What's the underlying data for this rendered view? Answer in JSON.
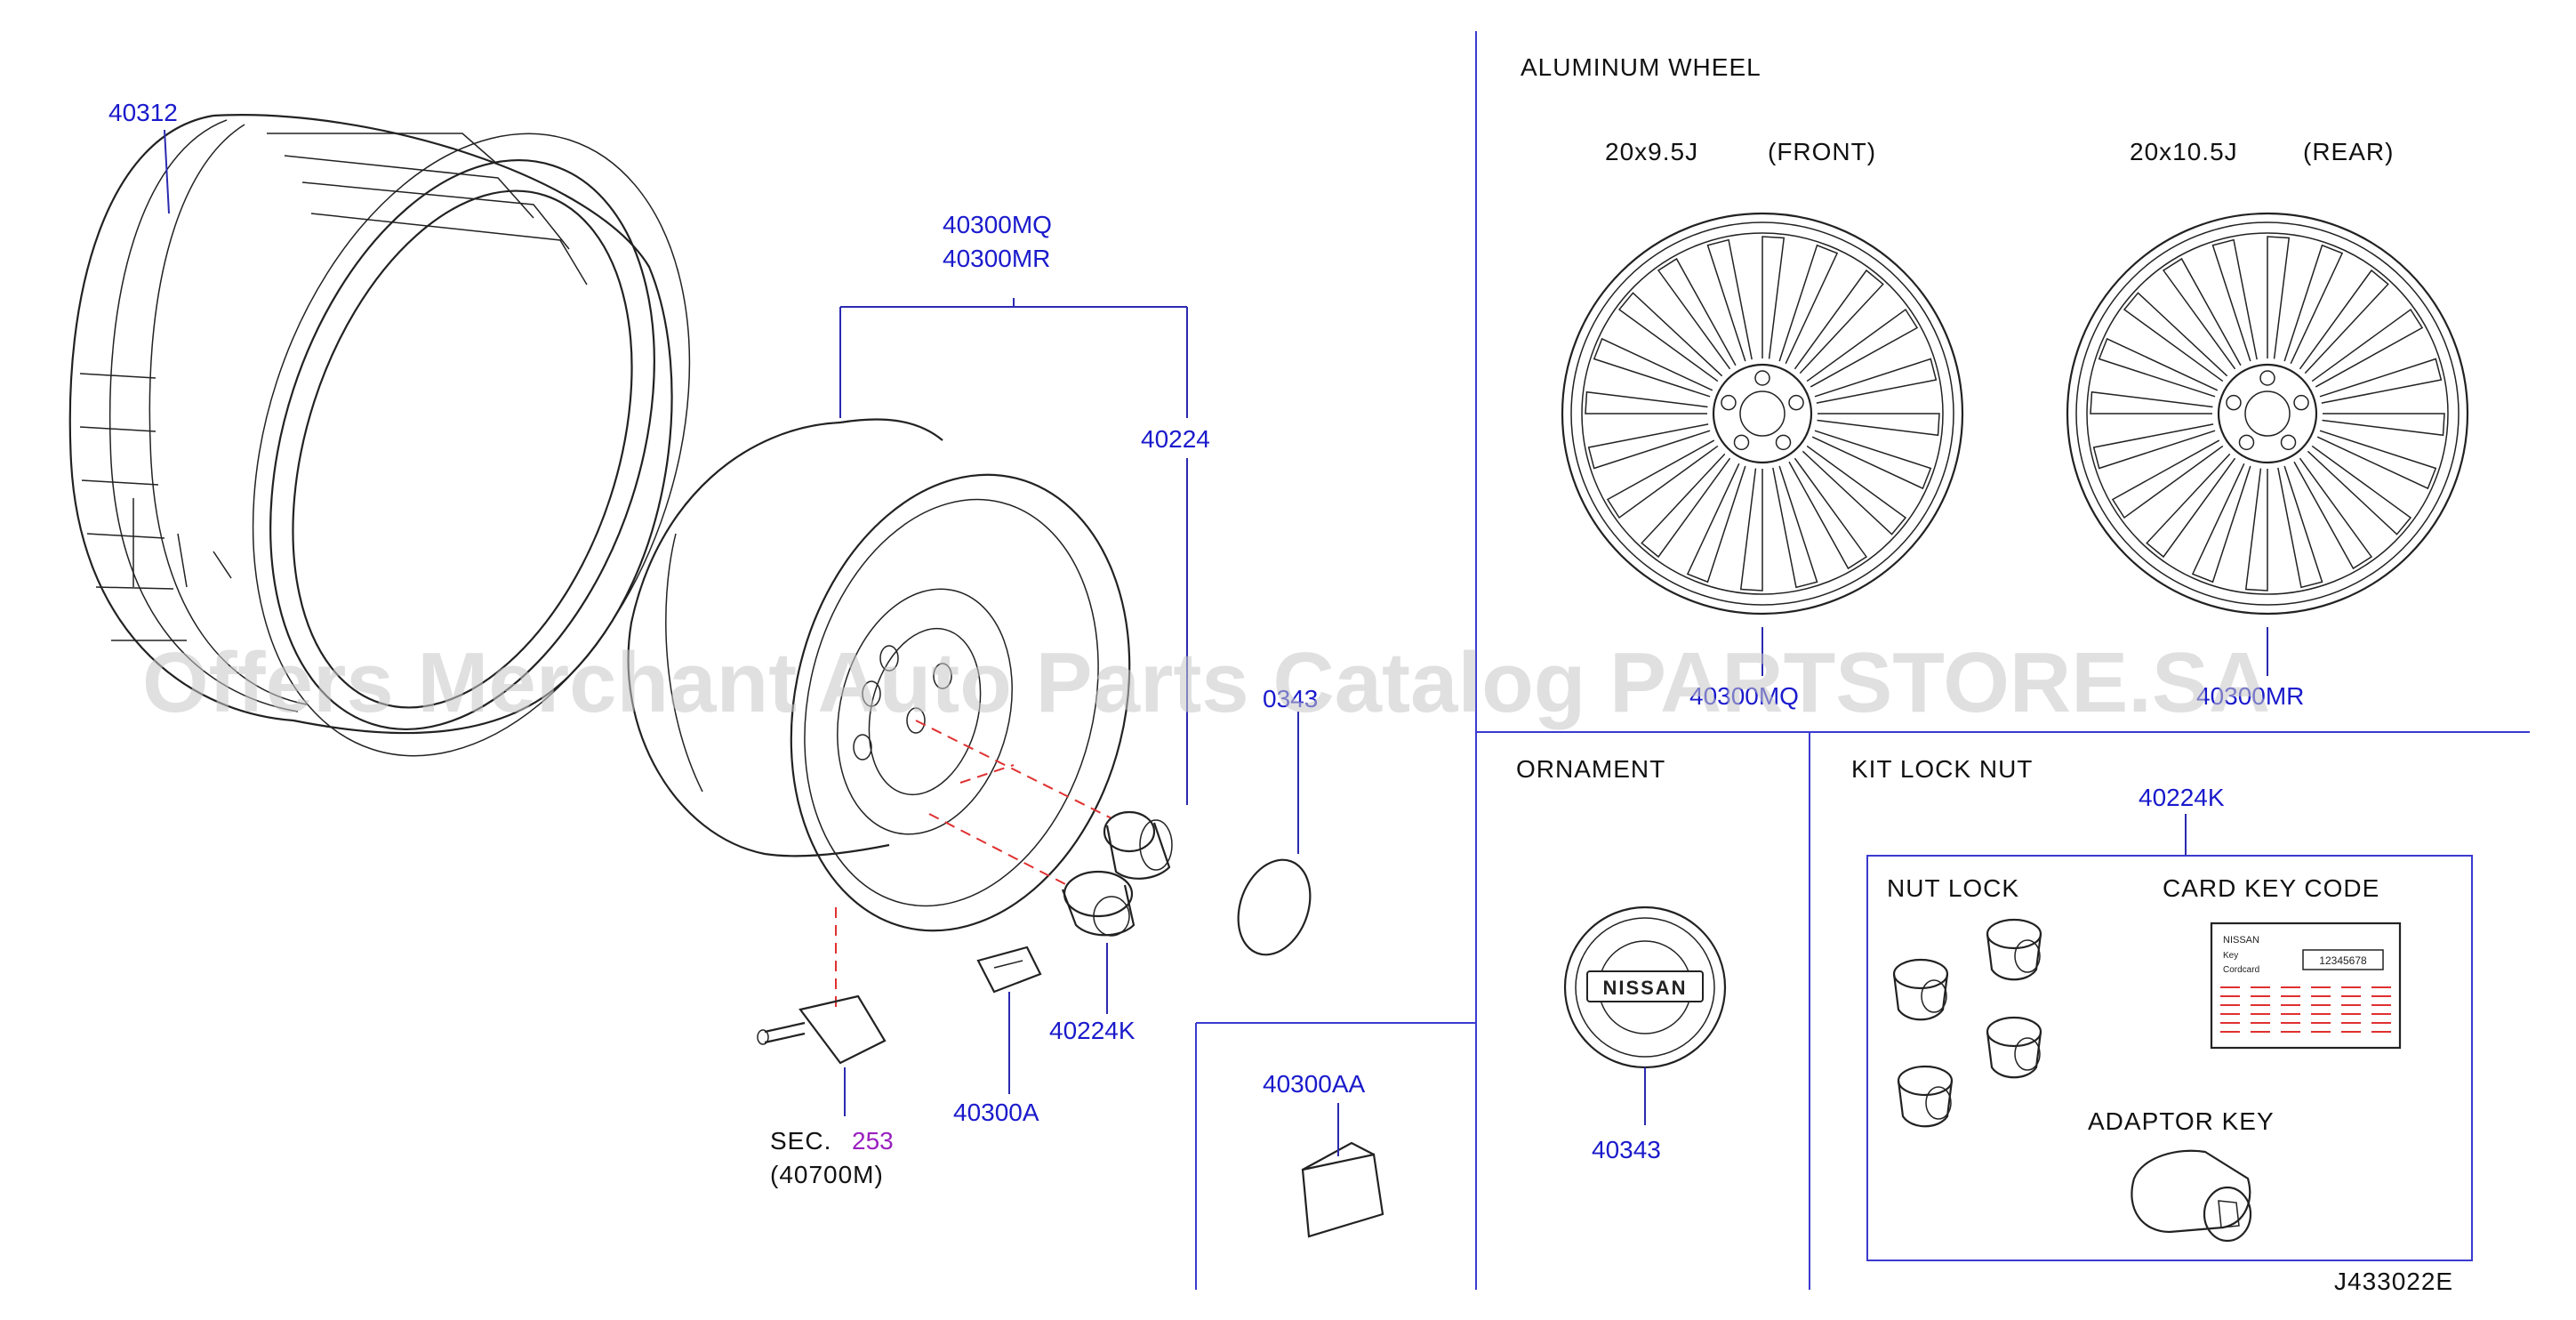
{
  "colors": {
    "part_number": "#1a1acc",
    "label": "#111111",
    "frame": "#3a3ad0",
    "guide": "#e03030",
    "watermark": "#c8c8c8",
    "sec_number": "#9a20c0"
  },
  "watermark": "Offers Merchant Auto Parts Catalog PARTSTORE.SA",
  "diagram_id": "J433022E",
  "parts": {
    "tire": "40312",
    "wheel_a": "40300MQ",
    "wheel_b": "40300MR",
    "nut": "40224",
    "lock_nut": "40224K",
    "valve": "40300A",
    "ornament_small": "0343",
    "balance_weight": "40300AA",
    "sensor_sec_prefix": "SEC.",
    "sensor_sec_number": "253",
    "sensor_code": "(40700M)"
  },
  "aluminum_wheel": {
    "title": "ALUMINUM   WHEEL",
    "front_size": "20x9.5J",
    "front_label": "(FRONT)",
    "rear_size": "20x10.5J",
    "rear_label": "(REAR)",
    "front_part": "40300MQ",
    "rear_part": "40300MR"
  },
  "ornament": {
    "title": "ORNAMENT",
    "part": "40343",
    "emblem_text": "NISSAN"
  },
  "kit": {
    "title": "KIT   LOCK   NUT",
    "part": "40224K",
    "nut_lock": "NUT   LOCK",
    "card_key_code": "CARD   KEY   CODE",
    "adaptor_key": "ADAPTOR   KEY",
    "card_brand": "NISSAN",
    "card_key": "Key",
    "card_cordcard": "Cordcard",
    "card_code": "12345678"
  }
}
